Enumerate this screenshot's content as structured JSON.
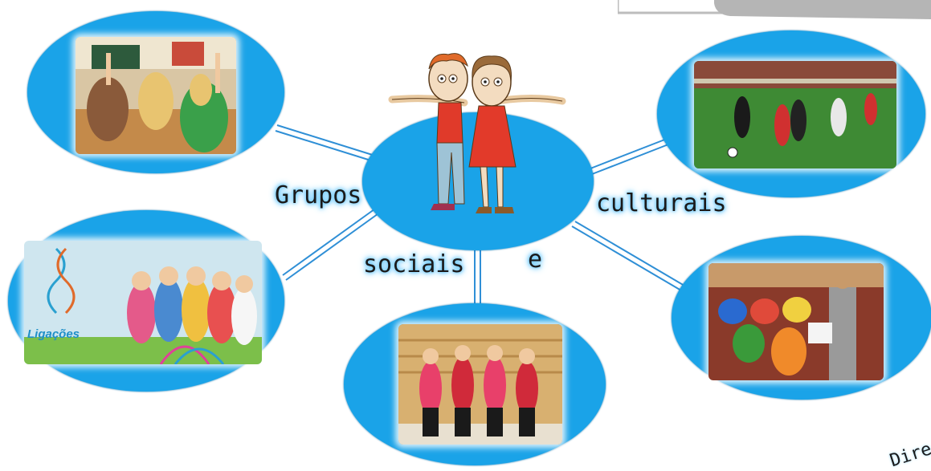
{
  "center": {
    "labels": {
      "grupos": "Grupos",
      "sociais": "sociais",
      "e": "e",
      "culturais": "culturais"
    }
  },
  "nodes": [
    {
      "id": "classroom",
      "content": "students raising hands in classroom"
    },
    {
      "id": "football",
      "content": "children playing football"
    },
    {
      "id": "ligacoes",
      "content": "group of teenagers sitting on grass",
      "logo_text": "Ligações"
    },
    {
      "id": "dance",
      "content": "group of girls dancing in gym"
    },
    {
      "id": "orchestra",
      "content": "children orchestra with conductor"
    }
  ],
  "corner_text": "Dire",
  "colors": {
    "oval": "#1aa3e8",
    "connector": "#2f8fd6",
    "label_glow": "#5cc4ff"
  }
}
